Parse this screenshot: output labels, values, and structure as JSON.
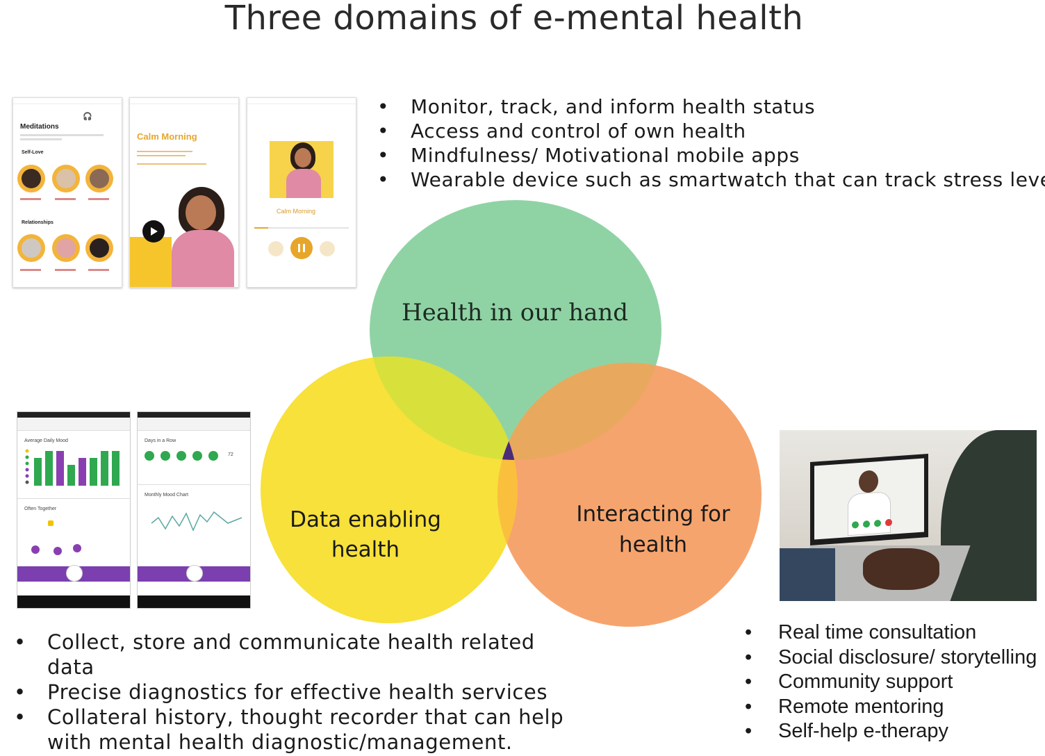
{
  "title": "Three domains of e-mental health",
  "circles": {
    "top": {
      "label": "Health in our hand",
      "color": "#8fd3a4"
    },
    "left": {
      "label_line1": "Data enabling",
      "label_line2": "health",
      "color": "#f7e13a"
    },
    "right": {
      "label_line1": "Interacting for",
      "label_line2": "health",
      "color": "#f6a46d"
    },
    "center_color": "#4b2a7a"
  },
  "bullets_top": [
    "Monitor, track, and inform health status",
    "Access and control of own health",
    "Mindfulness/ Motivational mobile apps",
    "Wearable device such as smartwatch that can track stress level"
  ],
  "bullets_bottom_left": [
    "Collect, store and communicate health related data",
    "Precise diagnostics for effective health services",
    "Collateral history, thought recorder that can help with mental health diagnostic/management."
  ],
  "bullets_bottom_right": [
    "Real time consultation",
    "Social disclosure/ storytelling",
    "Community support",
    "Remote mentoring",
    "Self-help e-therapy"
  ],
  "app_screens": {
    "meditations_title": "Meditations",
    "self_love": "Self-Love",
    "relationships": "Relationships",
    "calm_morning": "Calm Morning",
    "calm_morning_small": "Calm Morning"
  },
  "mood_screens": {
    "left_card1": "Average Daily Mood",
    "left_card2": "Often Together",
    "right_card1": "Days in a Row",
    "right_card2": "Monthly Mood Chart",
    "right_count": "72",
    "bar_values": [
      4,
      5,
      5,
      3,
      4,
      4,
      5,
      5
    ],
    "bar_colors": [
      "#2fa84f",
      "#2fa84f",
      "#8a3fb0",
      "#2fa84f",
      "#8a3fb0",
      "#2fa84f",
      "#2fa84f",
      "#2fa84f"
    ],
    "nav_color": "#7b3fb0"
  },
  "icons": [
    "play-icon",
    "pause-icon",
    "headphones-icon",
    "check-icon",
    "video-call-icon"
  ]
}
